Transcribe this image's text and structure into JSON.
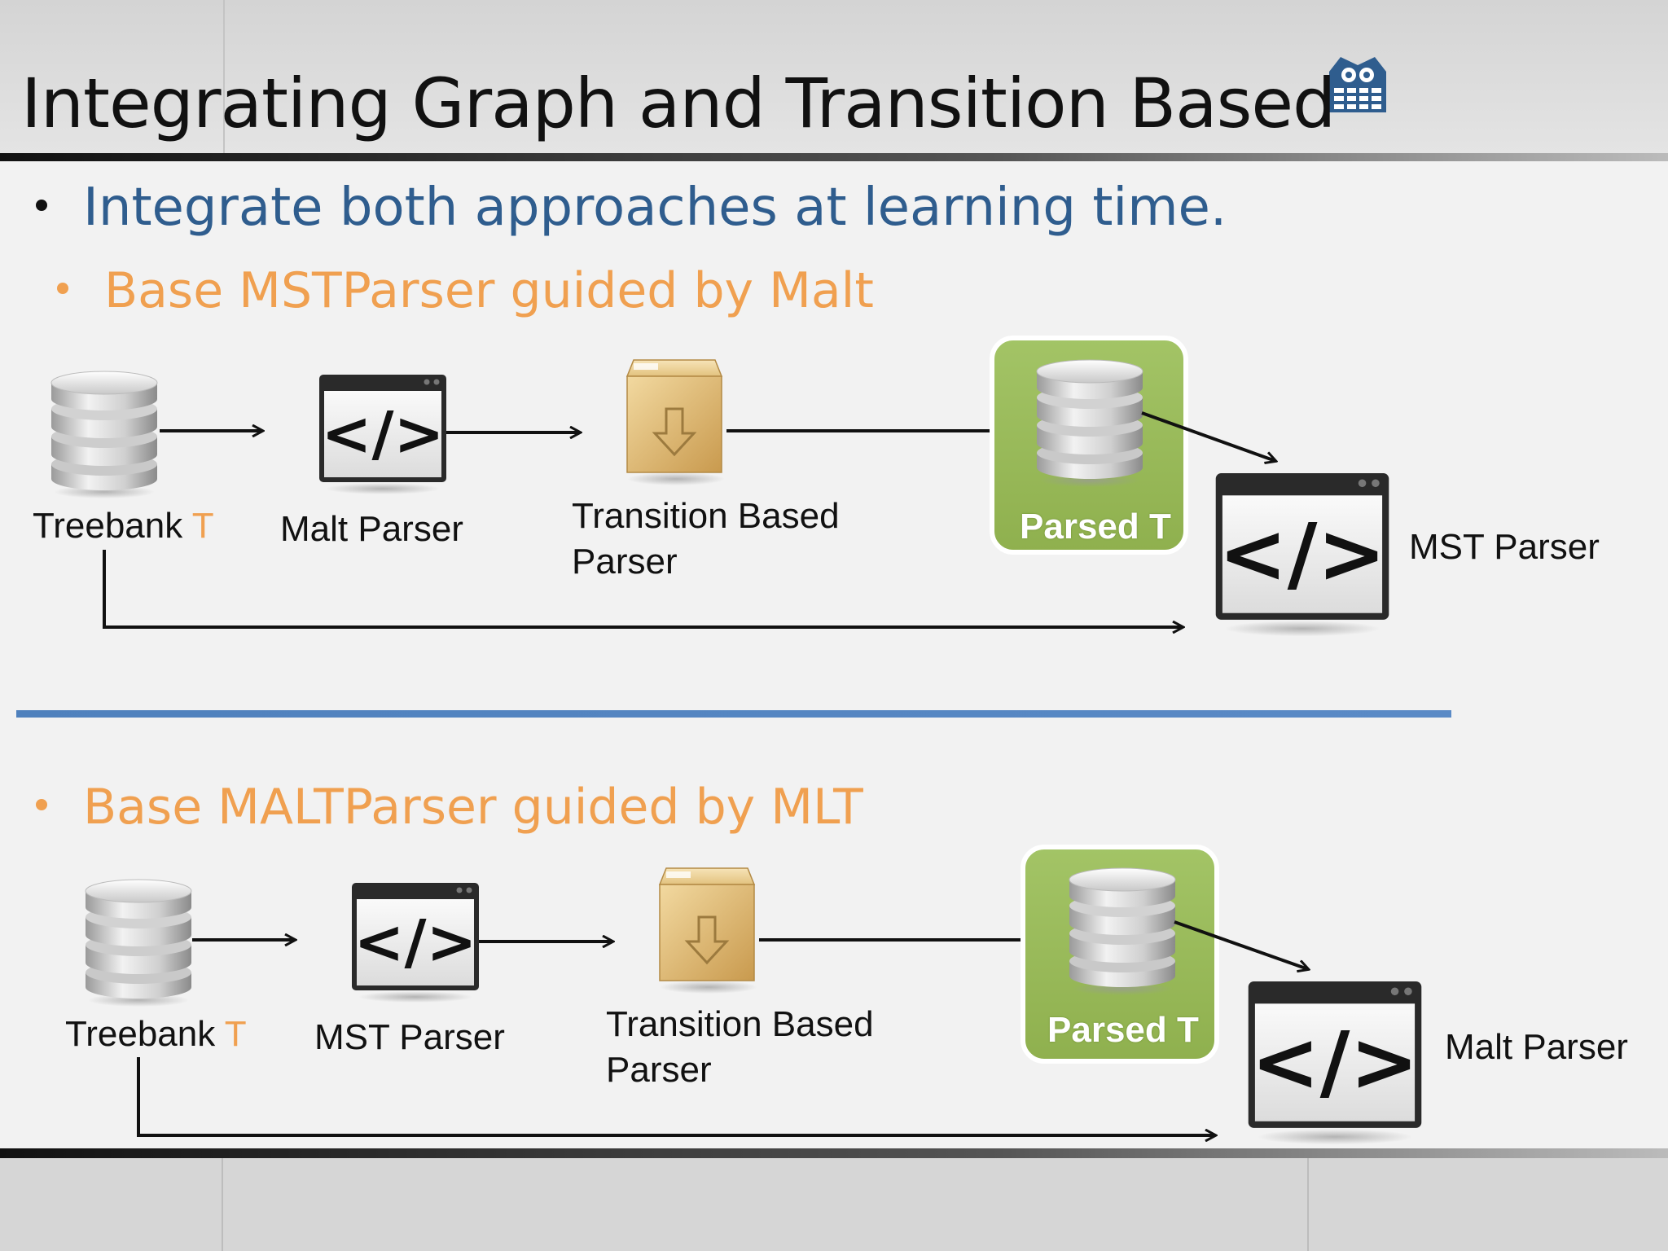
{
  "title": "Integrating Graph and Transition Based",
  "bullets": {
    "main": "Integrate both approaches at learning time.",
    "top": "Base MSTParser guided by Malt",
    "bottom": "Base MALTParser guided by MLT"
  },
  "top_diagram": {
    "treebank": "Treebank ",
    "treebank_suffix": "T",
    "parser1": "Malt Parser",
    "transition_line1": "Transition Based",
    "transition_line2": "Parser",
    "parsed": "Parsed T",
    "parser2": "MST Parser"
  },
  "bottom_diagram": {
    "treebank": "Treebank ",
    "treebank_suffix": "T",
    "parser1": "MST Parser",
    "transition_line1": "Transition Based",
    "transition_line2": "Parser",
    "parsed": "Parsed T",
    "parser2": "Malt Parser"
  },
  "icons": {
    "logo": "university-owl-logo-icon",
    "database": "database-icon",
    "code_window": "code-window-icon",
    "package": "package-box-icon"
  },
  "colors": {
    "title_bar_bg": "#dcdcdc",
    "content_bg": "#f2f2f2",
    "blue_text": "#2f5d8e",
    "orange_text": "#f0a050",
    "green_highlight": "#9bbb59",
    "divider_blue": "#4f81bd"
  }
}
